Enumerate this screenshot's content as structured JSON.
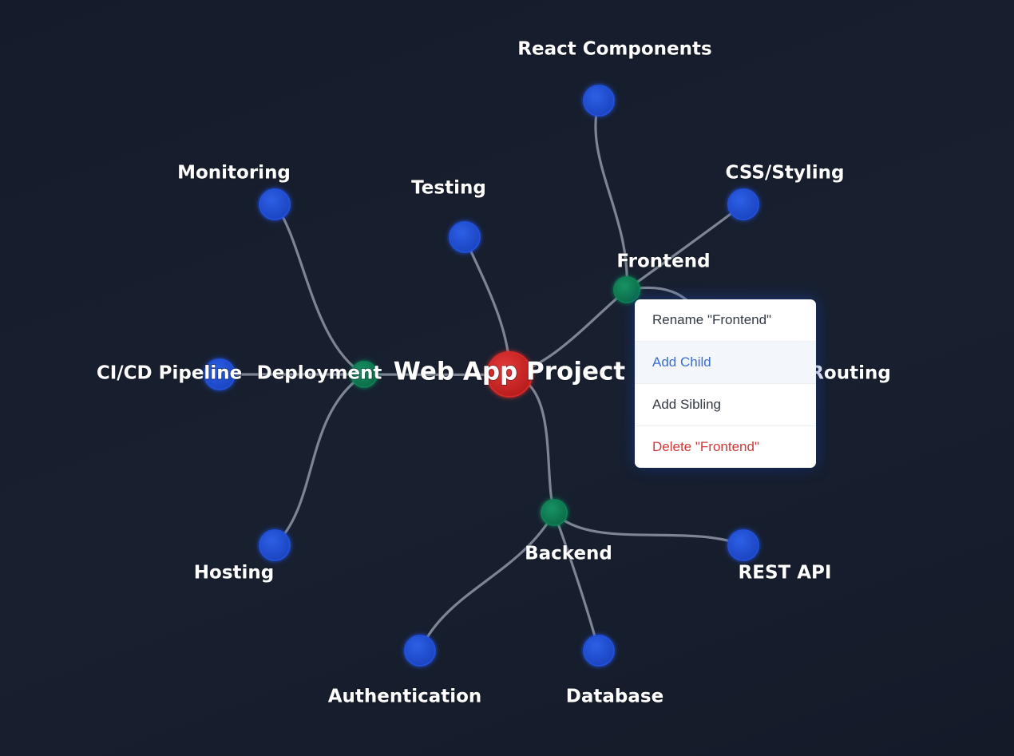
{
  "mindmap": {
    "nodes": [
      {
        "id": "root",
        "label": "Web App Project",
        "level": "root",
        "color": "#d42a2a"
      },
      {
        "id": "frontend",
        "label": "Frontend",
        "level": "branch",
        "color": "#0f7f55"
      },
      {
        "id": "backend",
        "label": "Backend",
        "level": "branch",
        "color": "#0f7f55"
      },
      {
        "id": "deployment",
        "label": "Deployment",
        "level": "branch",
        "color": "#0f7f55"
      },
      {
        "id": "testing",
        "label": "Testing",
        "level": "leaf",
        "color": "#2150d8"
      },
      {
        "id": "react",
        "label": "React Components",
        "level": "leaf",
        "color": "#2150d8"
      },
      {
        "id": "css",
        "label": "CSS/Styling",
        "level": "leaf",
        "color": "#2150d8"
      },
      {
        "id": "routing",
        "label": "Routing",
        "level": "leaf",
        "color": "#2150d8"
      },
      {
        "id": "rest",
        "label": "REST API",
        "level": "leaf",
        "color": "#2150d8"
      },
      {
        "id": "database",
        "label": "Database",
        "level": "leaf",
        "color": "#2150d8"
      },
      {
        "id": "auth",
        "label": "Authentication",
        "level": "leaf",
        "color": "#2150d8"
      },
      {
        "id": "monitoring",
        "label": "Monitoring",
        "level": "leaf",
        "color": "#2150d8"
      },
      {
        "id": "cicd",
        "label": "CI/CD Pipeline",
        "level": "leaf",
        "color": "#2150d8"
      },
      {
        "id": "hosting",
        "label": "Hosting",
        "level": "leaf",
        "color": "#2150d8"
      }
    ],
    "edges": [
      [
        "root",
        "frontend"
      ],
      [
        "root",
        "backend"
      ],
      [
        "root",
        "deployment"
      ],
      [
        "root",
        "testing"
      ],
      [
        "frontend",
        "react"
      ],
      [
        "frontend",
        "css"
      ],
      [
        "frontend",
        "routing"
      ],
      [
        "backend",
        "rest"
      ],
      [
        "backend",
        "database"
      ],
      [
        "backend",
        "auth"
      ],
      [
        "deployment",
        "monitoring"
      ],
      [
        "deployment",
        "cicd"
      ],
      [
        "deployment",
        "hosting"
      ]
    ],
    "edge_color": "#7d8593"
  },
  "context_menu": {
    "target": "Frontend",
    "items": [
      {
        "label": "Rename \"Frontend\"",
        "state": "normal"
      },
      {
        "label": "Add Child",
        "state": "hovered"
      },
      {
        "label": "Add Sibling",
        "state": "normal"
      },
      {
        "label": "Delete \"Frontend\"",
        "state": "danger"
      }
    ]
  }
}
